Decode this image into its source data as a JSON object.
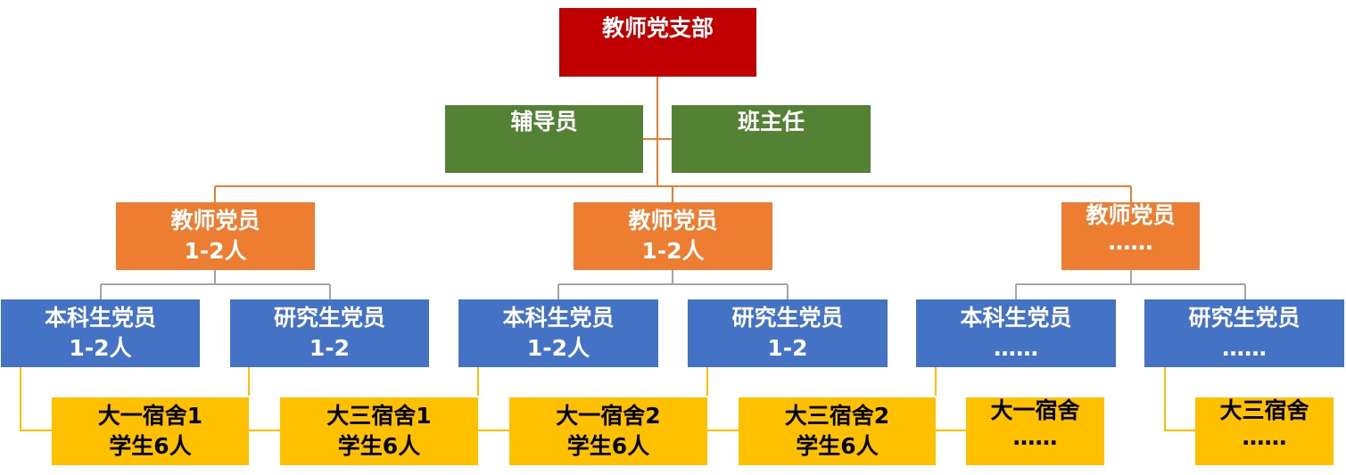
{
  "root": {
    "label": "教师党支部"
  },
  "advisors": [
    {
      "label": "辅导员"
    },
    {
      "label": "班主任"
    }
  ],
  "teachers": [
    {
      "line1": "教师党员",
      "line2": "1-2人"
    },
    {
      "line1": "教师党员",
      "line2": "1-2人"
    },
    {
      "line1": "教师党员",
      "line2": "……"
    }
  ],
  "students": [
    {
      "line1": "本科生党员",
      "line2": "1-2人"
    },
    {
      "line1": "研究生党员",
      "line2": "1-2"
    },
    {
      "line1": "本科生党员",
      "line2": "1-2人"
    },
    {
      "line1": "研究生党员",
      "line2": "1-2"
    },
    {
      "line1": "本科生党员",
      "line2": "……"
    },
    {
      "line1": "研究生党员",
      "line2": "……"
    }
  ],
  "dorms": [
    {
      "line1": "大一宿舍1",
      "line2": "学生6人"
    },
    {
      "line1": "大三宿舍1",
      "line2": "学生6人"
    },
    {
      "line1": "大一宿舍2",
      "line2": "学生6人"
    },
    {
      "line1": "大三宿舍2",
      "line2": "学生6人"
    },
    {
      "line1": "大一宿舍",
      "line2": "……"
    },
    {
      "line1": "大三宿舍",
      "line2": "……"
    }
  ],
  "colors": {
    "root": "#c00000",
    "advisor": "#548235",
    "teacher": "#ed7d31",
    "student": "#4472c4",
    "dorm": "#ffc000",
    "connector_orange": "#ed7d31",
    "connector_gray": "#a5a5a5",
    "connector_yellow": "#ffc000"
  }
}
